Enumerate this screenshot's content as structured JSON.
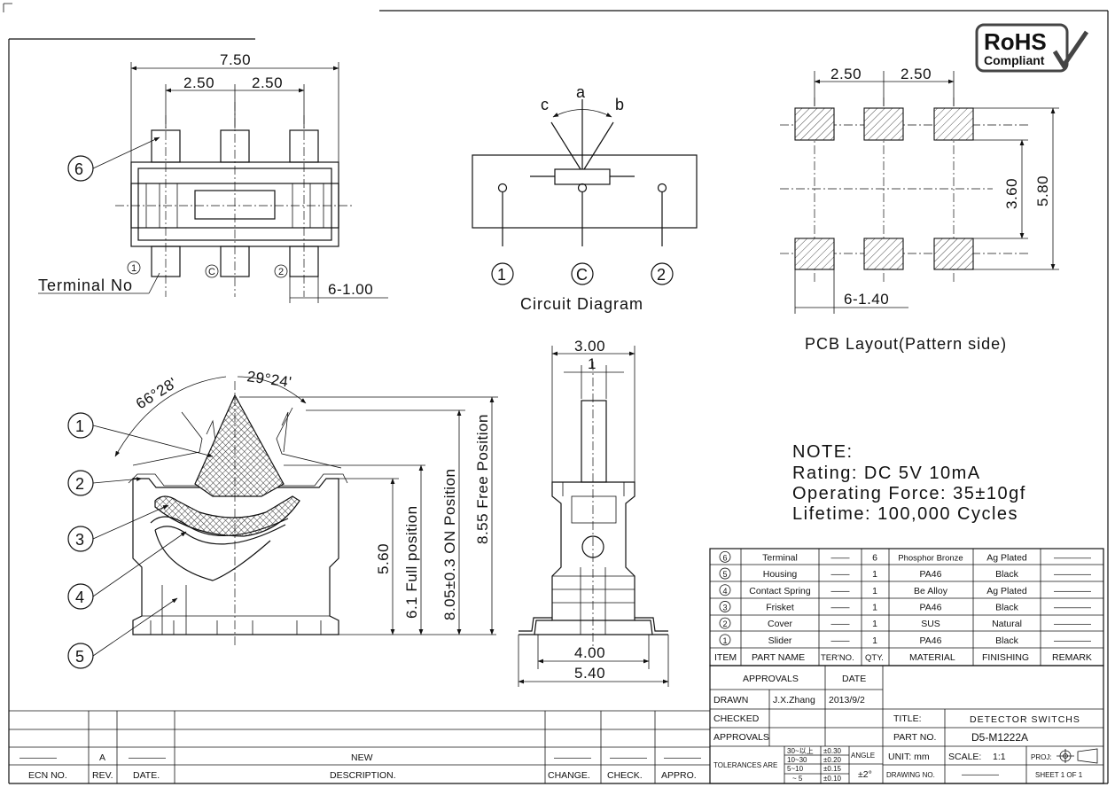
{
  "badge": {
    "line1": "RoHS",
    "line2": "Compliant"
  },
  "top_view": {
    "dim_overall": "7.50",
    "dim_pitch_left": "2.50",
    "dim_pitch_right": "2.50",
    "dim_terminal": "6-1.00",
    "terminal_label": "Terminal No",
    "term_1": "1",
    "term_c": "C",
    "term_2": "2",
    "callout_6": "6"
  },
  "circuit": {
    "pos_a": "a",
    "pos_b": "b",
    "pos_c": "c",
    "node_1": "1",
    "node_c": "C",
    "node_2": "2",
    "caption": "Circuit Diagram"
  },
  "pcb": {
    "dim_pitch_left": "2.50",
    "dim_pitch_right": "2.50",
    "dim_row": "3.60",
    "dim_overall": "5.80",
    "dim_pad": "6-1.40",
    "caption": "PCB Layout(Pattern side)"
  },
  "side_view": {
    "angle_1": "66°28'",
    "angle_2": "29°24'",
    "callouts": [
      "1",
      "2",
      "3",
      "4",
      "5"
    ],
    "dim_full": "5.60",
    "label_full": "6.1 Full position",
    "label_on": "8.05±0.3 ON Position",
    "label_free": "8.55 Free Position"
  },
  "end_view": {
    "dim_top": "3.00",
    "dim_slot": "1",
    "dim_body": "4.00",
    "dim_overall": "5.40"
  },
  "note": {
    "heading": "NOTE:",
    "rating": "Rating:  DC  5V 10mA",
    "force": "Operating Force: 35±10gf",
    "lifetime": "Lifetime:  100,000 Cycles"
  },
  "bom": {
    "rows": [
      {
        "item": "6",
        "name": "Terminal",
        "ter": "——",
        "qty": "6",
        "material": "Phosphor Bronze",
        "finishing": "Ag Plated",
        "remark": "————"
      },
      {
        "item": "5",
        "name": "Housing",
        "ter": "——",
        "qty": "1",
        "material": "PA46",
        "finishing": "Black",
        "remark": "————"
      },
      {
        "item": "4",
        "name": "Contact Spring",
        "ter": "——",
        "qty": "1",
        "material": "Be Alloy",
        "finishing": "Ag Plated",
        "remark": "————"
      },
      {
        "item": "3",
        "name": "Frisket",
        "ter": "——",
        "qty": "1",
        "material": "PA46",
        "finishing": "Black",
        "remark": "————"
      },
      {
        "item": "2",
        "name": "Cover",
        "ter": "——",
        "qty": "1",
        "material": "SUS",
        "finishing": "Natural",
        "remark": "————"
      },
      {
        "item": "1",
        "name": "Slider",
        "ter": "——",
        "qty": "1",
        "material": "PA46",
        "finishing": "Black",
        "remark": "————"
      }
    ],
    "headers": {
      "item": "ITEM",
      "name": "PART NAME",
      "ter": "TER'NO.",
      "qty": "QTY.",
      "material": "MATERIAL",
      "finishing": "FINISHING",
      "remark": "REMARK"
    }
  },
  "title_block": {
    "approvals_header": "APPROVALS",
    "date_header": "DATE",
    "drawn_label": "DRAWN",
    "drawn_by": "J.X.Zhang",
    "drawn_date": "2013/9/2",
    "checked_label": "CHECKED",
    "approvals_label": "APPROVALS",
    "title_label": "TITLE:",
    "title_value": "DETECTOR SWITCHS",
    "part_label": "PART NO.",
    "part_value": "D5-M1222A",
    "tolerances_label": "TOLERANCES ARE",
    "tol_ranges": [
      "30~以上",
      "10~30",
      "5~10",
      "~ 5"
    ],
    "tol_values": [
      "±0.30",
      "±0.20",
      "±0.15",
      "±0.10"
    ],
    "angle_label": "ANGLE",
    "angle_value": "±2°",
    "unit": "UNIT: mm",
    "scale_label": "SCALE:",
    "scale_value": "1:1",
    "proj_label": "PROJ:",
    "drawing_no_label": "DRAWING NO.",
    "drawing_no_value": "————",
    "sheet": "SHEET  1  OF  1"
  },
  "revision": {
    "headers": {
      "ecn": "ECN NO.",
      "rev": "REV.",
      "date": "DATE.",
      "desc": "DESCRIPTION.",
      "change": "CHANGE.",
      "check": "CHECK.",
      "appro": "APPRO."
    },
    "row": {
      "ecn": "————",
      "rev": "A",
      "date": "————",
      "desc": "NEW",
      "change": "————",
      "check": "————",
      "appro": "————"
    }
  }
}
